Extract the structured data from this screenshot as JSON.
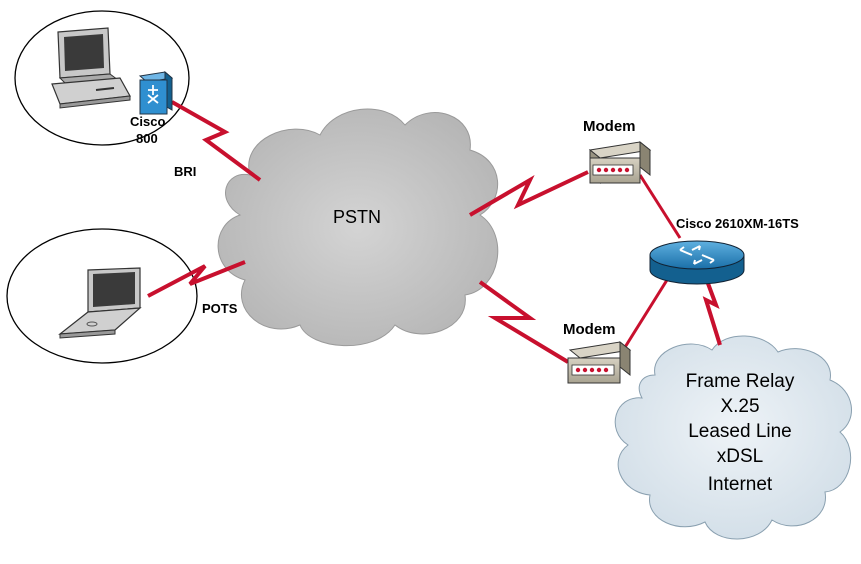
{
  "labels": {
    "cisco800_line1": "Cisco",
    "cisco800_line2": "800",
    "bri": "BRI",
    "pots": "POTS",
    "pstn": "PSTN",
    "modem_top": "Modem",
    "modem_bottom": "Modem",
    "router": "Cisco 2610XM-16TS"
  },
  "wan_cloud_lines": [
    "Frame Relay",
    "X.25",
    "Leased Line",
    "xDSL",
    "Internet"
  ],
  "colors": {
    "link_red": "#c8102e",
    "pstn_cloud": "#c8c8c8",
    "wan_cloud": "#dbe6ee",
    "router_blue": "#1f78b4",
    "modem_tan": "#bcb6a4"
  }
}
